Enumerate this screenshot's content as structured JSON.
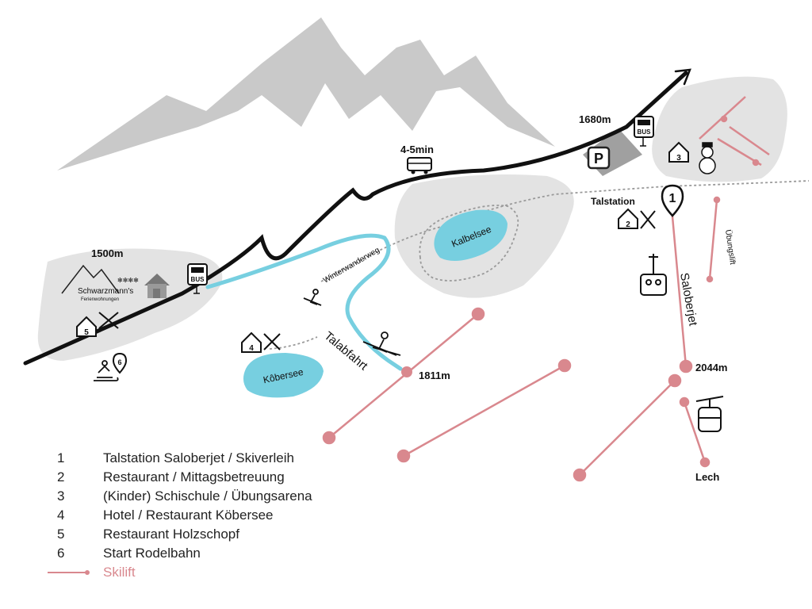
{
  "colors": {
    "mountain": "#c9c9c9",
    "area": "#e3e3e3",
    "road": "#111111",
    "water": "#77cfe0",
    "skilift": "#d9888e",
    "path": "#9a9a9a"
  },
  "road": {
    "elevation_start": "1500m",
    "elevation_end": "1680m",
    "travel_time": "4-5min"
  },
  "places": {
    "schwarzmanns_name": "Schwarzmann's",
    "schwarzmanns_sub": "Ferienwohnungen",
    "schwarzmanns_stars": "✻✻✻✻",
    "talstation": "Talstation",
    "saloberjet": "Saloberjet",
    "uebungslift": "Übungslift",
    "kalbelsee": "Kalbelsee",
    "koebersee": "Kôbersee",
    "talabfahrt": "Talabfahrt",
    "winterwanderweg": "Winterwanderweg",
    "elev_1811": "1811m",
    "elev_2044": "2044m",
    "lech": "Lech",
    "bus": "BUS",
    "parking": "P"
  },
  "markers": {
    "m1": "1",
    "m2": "2",
    "m3": "3",
    "m4": "4",
    "m5": "5",
    "m6": "6"
  },
  "legend": {
    "items": [
      {
        "num": "1",
        "text": "Talstation Saloberjet / Skiverleih"
      },
      {
        "num": "2",
        "text": "Restaurant / Mittagsbetreuung"
      },
      {
        "num": "3",
        "text": "(Kinder) Schischule / Übungsarena"
      },
      {
        "num": "4",
        "text": "Hotel / Restaurant Köbersee"
      },
      {
        "num": "5",
        "text": "Restaurant Holzschopf"
      },
      {
        "num": "6",
        "text": "Start Rodelbahn"
      }
    ],
    "skilift_label": "Skilift"
  }
}
